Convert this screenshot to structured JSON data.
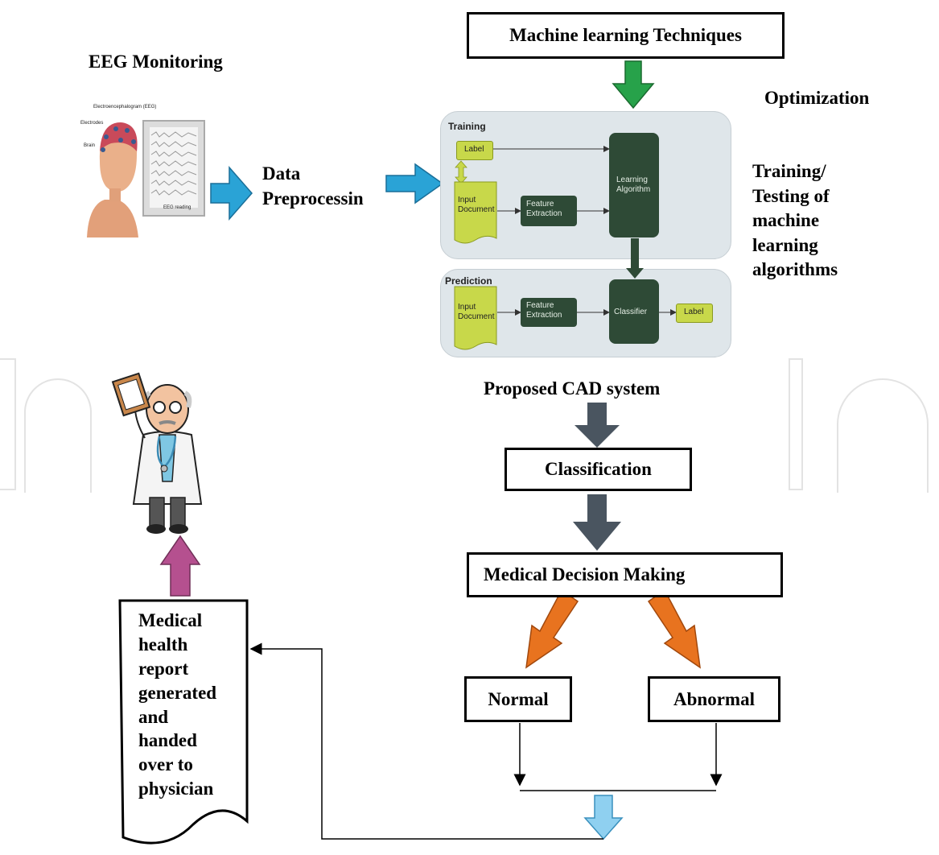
{
  "labels": {
    "eeg_monitoring": "EEG Monitoring",
    "data_preprocessing": "Data\nPreprocessin",
    "optimization": "Optimization",
    "training_testing": "Training/\nTesting of\nmachine\nlearning\nalgorithms",
    "proposed_cad": "Proposed CAD system"
  },
  "boxes": {
    "ml_techniques": "Machine learning Techniques",
    "classification": "Classification",
    "decision_making": "Medical Decision Making",
    "normal": "Normal",
    "abnormal": "Abnormal",
    "report": "Medical\nhealth\nreport\ngenerated\nand\nhanded\nover to\nphysician"
  },
  "ml_diagram": {
    "training_title": "Training",
    "prediction_title": "Prediction",
    "label": "Label",
    "input_document": "Input\nDocument",
    "feature_extraction": "Feature\nExtraction",
    "learning_algorithm": "Learning\nAlgorithm",
    "classifier": "Classifier",
    "pred_label": "Label",
    "pred_input_document": "Input\nDocument",
    "pred_feature_extraction": "Feature\nExtraction"
  },
  "eeg_image": {
    "title": "Electroencephalogram (EEG)",
    "electrodes": "Electrodes",
    "brain": "Brain",
    "reading": "EEG reading"
  },
  "colors": {
    "cyan_arrow": "#2aa3d6",
    "green_arrow": "#27a24a",
    "gray_arrow": "#4a5560",
    "orange_arrow": "#e8731f",
    "pink_arrow": "#b5508f",
    "light_blue_arrow": "#8fd0f0",
    "ml_panel": "#dfe6ea",
    "ml_dark_green": "#2e4a36",
    "ml_yellow": "#c8d84a"
  }
}
